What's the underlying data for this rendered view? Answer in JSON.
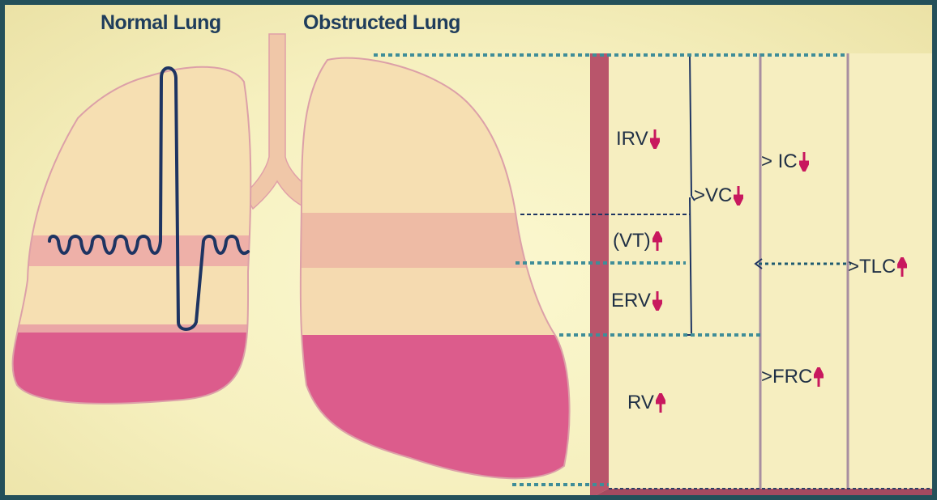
{
  "titles": {
    "normal": "Normal Lung",
    "obstructed": "Obstructed Lung"
  },
  "volumes": [
    {
      "key": "irv",
      "label": "IRV",
      "trend": "down"
    },
    {
      "key": "vt",
      "label": "(VT)",
      "trend": "up"
    },
    {
      "key": "erv",
      "label": "ERV",
      "trend": "down"
    },
    {
      "key": "rv",
      "label": "RV",
      "trend": "up"
    }
  ],
  "capacities": [
    {
      "key": "vc",
      "label": ">VC",
      "trend": "down"
    },
    {
      "key": "ic",
      "label": "> IC",
      "trend": "down"
    },
    {
      "key": "tlc",
      "label": ">TLC",
      "trend": "up"
    },
    {
      "key": "frc",
      "label": ">FRC",
      "trend": "up"
    }
  ],
  "colors": {
    "background": "#f6f0bf",
    "lung_fill": "#f5dcaf",
    "lung_outline": "#d98aa0",
    "residual_fill": "#dc5c8c",
    "tidal_band": "#eeaaa6",
    "waveform": "#1e3462",
    "dotted_line": "#3f8d98",
    "dashed_line": "#1e3462",
    "arrow": "#c8185e",
    "border": "#24505a"
  }
}
